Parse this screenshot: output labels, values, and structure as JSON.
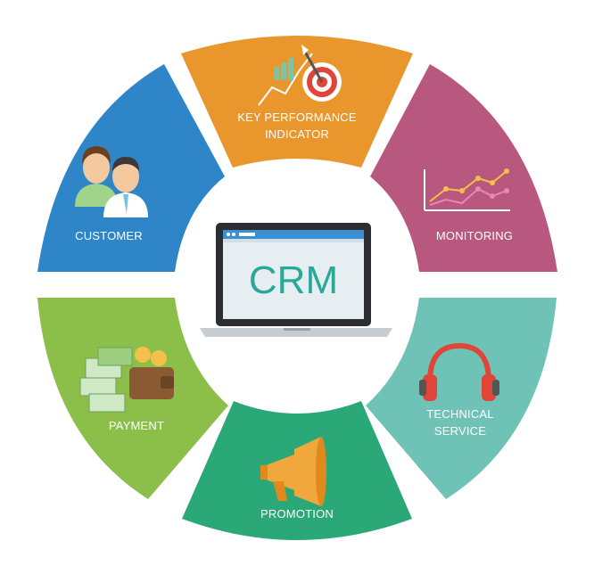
{
  "center": {
    "label": "CRM"
  },
  "segments": [
    {
      "key": "kpi",
      "label_lines": [
        "KEY PERFORMANCE",
        "INDICATOR"
      ],
      "color": "#E9962C",
      "icon": "target-chart-icon"
    },
    {
      "key": "monitoring",
      "label_lines": [
        "MONITORING"
      ],
      "color": "#B8587E",
      "icon": "line-chart-icon"
    },
    {
      "key": "technical",
      "label_lines": [
        "TECHNICAL",
        "SERVICE"
      ],
      "color": "#6FC3B6",
      "icon": "headphones-icon"
    },
    {
      "key": "promotion",
      "label_lines": [
        "PROMOTION"
      ],
      "color": "#2AA878",
      "icon": "megaphone-icon"
    },
    {
      "key": "payment",
      "label_lines": [
        "PAYMENT"
      ],
      "color": "#8CBF4A",
      "icon": "wallet-money-icon"
    },
    {
      "key": "customer",
      "label_lines": [
        "CUSTOMER"
      ],
      "color": "#2E86C8",
      "icon": "people-icon"
    }
  ]
}
